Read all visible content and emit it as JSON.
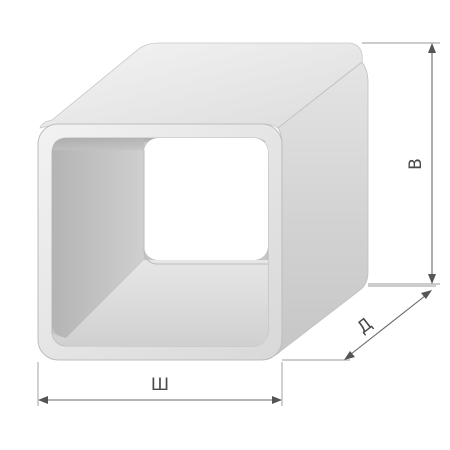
{
  "dimensions": {
    "width_label": "Ш",
    "height_label": "В",
    "depth_label": "Д"
  },
  "colors": {
    "metal_light": "#efefef",
    "metal_mid": "#d6d6d6",
    "metal_dark": "#b8b8b8",
    "dimension_line": "#6a6a6a"
  }
}
